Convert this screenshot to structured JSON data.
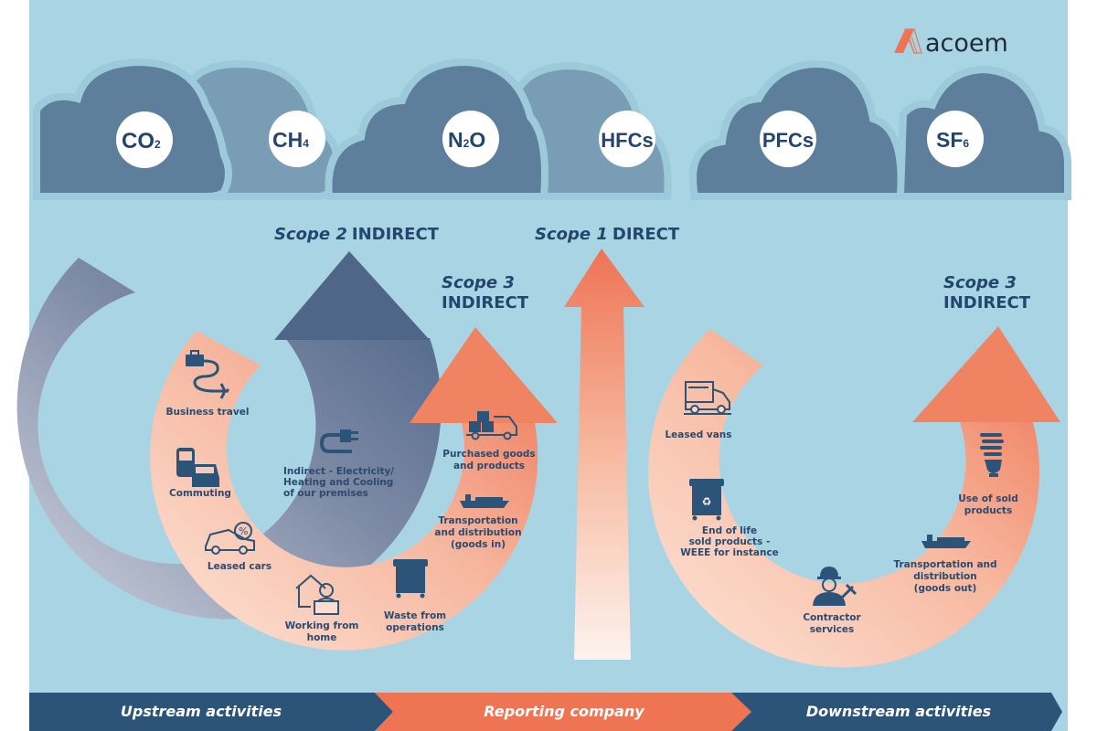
{
  "brand": {
    "name": "acoem",
    "logo_icon": "acoem-a-mark-icon",
    "accent_color": "#ee7454"
  },
  "colors": {
    "background": "#a9d4e3",
    "cloud_dark": "#5e7f9c",
    "cloud_light": "#7a9db6",
    "cloud_outline": "#9ccadb",
    "navy": "#2b5478",
    "text_navy": "#24466e",
    "salmon": "#ee7454",
    "salmon_light": "#fde4d8",
    "slate": "#546b8c",
    "slate_light": "#c4c8d6"
  },
  "greenhouse_gases": [
    {
      "id": "co2",
      "base": "CO",
      "sub": "2"
    },
    {
      "id": "ch4",
      "base": "CH",
      "sub": "4"
    },
    {
      "id": "n2o",
      "base": "N",
      "sub": "2",
      "tail": "O"
    },
    {
      "id": "hfcs",
      "base": "HFCs",
      "sub": ""
    },
    {
      "id": "pfcs",
      "base": "PFCs",
      "sub": ""
    },
    {
      "id": "sf6",
      "base": "SF",
      "sub": "6"
    }
  ],
  "scopes": {
    "scope2": {
      "italic": "Scope 2",
      "bold": "INDIRECT"
    },
    "scope1": {
      "italic": "Scope 1",
      "bold": "DIRECT"
    },
    "scope3_upstream": {
      "italic": "Scope 3",
      "bold": "INDIRECT"
    },
    "scope3_downstream": {
      "italic": "Scope 3",
      "bold": "INDIRECT"
    }
  },
  "upstream_items": [
    {
      "icon": "briefcase-travel-plane-icon",
      "lines": [
        "Business travel"
      ]
    },
    {
      "icon": "bus-car-icon",
      "lines": [
        "Commuting"
      ]
    },
    {
      "icon": "leased-car-percent-icon",
      "lines": [
        "Leased cars"
      ]
    },
    {
      "icon": "home-laptop-worker-icon",
      "lines": [
        "Working from",
        "home"
      ]
    },
    {
      "icon": "waste-bin-icon",
      "lines": [
        "Waste from",
        "operations"
      ]
    },
    {
      "icon": "cargo-ship-icon",
      "lines": [
        "Transportation",
        "and distribution",
        "(goods in)"
      ]
    },
    {
      "icon": "delivery-truck-boxes-icon",
      "lines": [
        "Purchased goods",
        "and products"
      ]
    }
  ],
  "scope2_item": {
    "icon": "electric-plug-icon",
    "lines": [
      "Indirect - Electricity/",
      "Heating and Cooling",
      "of our premises"
    ]
  },
  "downstream_items": [
    {
      "icon": "leased-van-icon",
      "lines": [
        "Leased vans"
      ]
    },
    {
      "icon": "recycling-bin-icon",
      "lines": [
        "End of life",
        "sold products -",
        "WEEE for instance"
      ]
    },
    {
      "icon": "contractor-worker-tools-icon",
      "lines": [
        "Contractor",
        "services"
      ]
    },
    {
      "icon": "cargo-ship-icon",
      "lines": [
        "Transportation and",
        "distribution",
        "(goods out)"
      ]
    },
    {
      "icon": "energy-saving-bulb-icon",
      "lines": [
        "Use of sold",
        "products"
      ]
    }
  ],
  "value_chain": [
    {
      "label": "Upstream activities"
    },
    {
      "label": "Reporting company"
    },
    {
      "label": "Downstream activities"
    }
  ]
}
